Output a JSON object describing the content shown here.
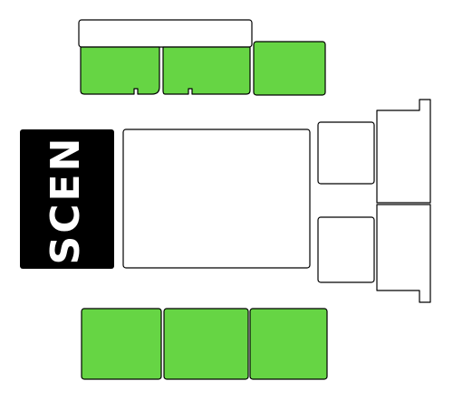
{
  "map": {
    "stage_label": "SCEN",
    "colors": {
      "available": "#66d544",
      "unavailable": "#ffffff",
      "stage": "#000000",
      "outline": "#000000"
    },
    "sections": {
      "top_banner": {
        "status": "unavailable"
      },
      "top_left": {
        "status": "available"
      },
      "top_center": {
        "status": "available"
      },
      "top_right": {
        "status": "available"
      },
      "floor": {
        "status": "unavailable"
      },
      "right_box_upper": {
        "status": "unavailable"
      },
      "right_box_lower": {
        "status": "unavailable"
      },
      "right_tower_upper": {
        "status": "unavailable"
      },
      "right_tower_lower": {
        "status": "unavailable"
      },
      "bottom_left": {
        "status": "available"
      },
      "bottom_center": {
        "status": "available"
      },
      "bottom_right": {
        "status": "available"
      }
    }
  }
}
